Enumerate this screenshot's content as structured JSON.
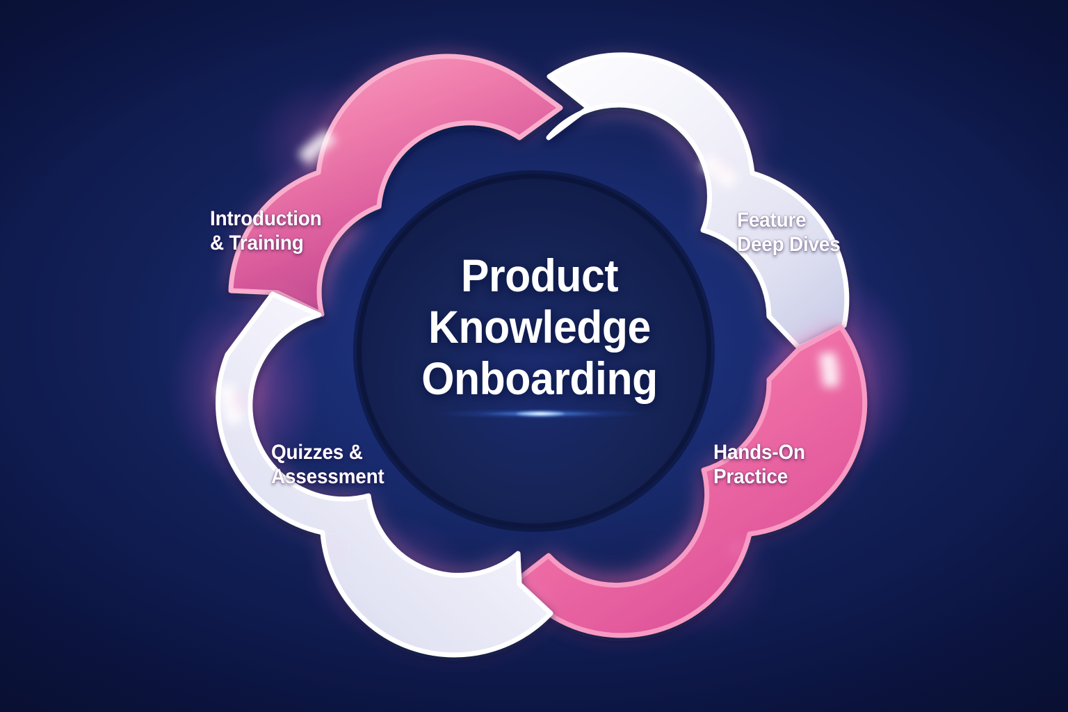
{
  "diagram": {
    "type": "circular-cycle",
    "title": "Product Knowledge Onboarding",
    "title_lines": "Product\nKnowledge\nOnboarding",
    "direction": "clockwise",
    "step_count": 4,
    "background_color": "#15245f",
    "center_color": "#13205c",
    "steps": [
      {
        "index": 1,
        "label": "Introduction\n& Training",
        "label_flat": "Introduction & Training",
        "position": "top-left",
        "color": "#ee6fa4",
        "color_dark": "#b8418b",
        "arrow_points": "clockwise-right"
      },
      {
        "index": 2,
        "label": "Feature\nDeep Dives",
        "label_flat": "Feature Deep Dives",
        "position": "top-right",
        "color": "#ecebf7",
        "color_dark": "#cdd0ea",
        "arrow_points": "clockwise-down"
      },
      {
        "index": 3,
        "label": "Hands-On\nPractice",
        "label_flat": "Hands-On Practice",
        "position": "bottom-right",
        "color": "#ef6fa6",
        "color_dark": "#c94a95",
        "arrow_points": "clockwise-left"
      },
      {
        "index": 4,
        "label": "Quizzes &\nAssessment",
        "label_flat": "Quizzes & Assessment",
        "position": "bottom-left",
        "color": "#eeecf8",
        "color_dark": "#cfd2ec",
        "arrow_points": "clockwise-up"
      }
    ]
  },
  "chart_data": {
    "type": "pie",
    "title": "Product Knowledge Onboarding",
    "categories": [
      "Introduction & Training",
      "Feature Deep Dives",
      "Hands-On Practice",
      "Quizzes & Assessment"
    ],
    "values": [
      25,
      25,
      25,
      25
    ],
    "colors": [
      "#ee6fa4",
      "#ecebf7",
      "#ef6fa6",
      "#eeecf8"
    ],
    "legend": "none",
    "xlabel": "",
    "ylabel": ""
  }
}
